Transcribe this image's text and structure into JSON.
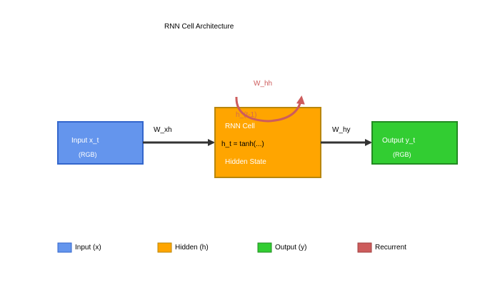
{
  "title": "RNN Cell Architecture",
  "colors": {
    "input_fill": "#6495ED",
    "input_stroke": "#3366CC",
    "hidden_fill": "#FFA500",
    "hidden_stroke": "#B8860B",
    "output_fill": "#32CD32",
    "output_stroke": "#228B22",
    "recurrent": "#CD5C5C",
    "arrow": "#333333",
    "box_text": "#ffffff",
    "label_text": "#000000"
  },
  "nodes": {
    "input": {
      "label": "Input x_t",
      "sublabel": "(RGB)"
    },
    "hidden": {
      "label": "RNN Cell",
      "formula": "h_t = tanh(...)",
      "sublabel": "Hidden State"
    },
    "output": {
      "label": "Output y_t",
      "sublabel": "(RGB)"
    }
  },
  "edges": {
    "input_to_hidden": "W_xh",
    "hidden_to_output": "W_hy",
    "recurrent": "W_hh",
    "previous_state": "h_(t-1)"
  },
  "legend": [
    {
      "label": "Input (x)",
      "color": "#6495ED"
    },
    {
      "label": "Hidden (h)",
      "color": "#FFA500"
    },
    {
      "label": "Output (y)",
      "color": "#32CD32"
    },
    {
      "label": "Recurrent",
      "color": "#CD5C5C"
    }
  ]
}
